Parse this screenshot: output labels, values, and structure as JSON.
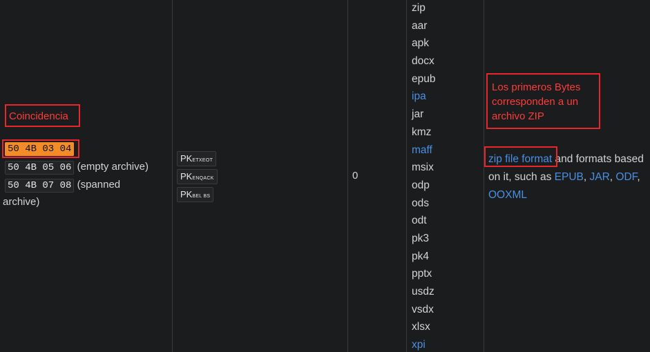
{
  "annotations": {
    "match": "Coincidencia",
    "first_bytes": "Los primeros Bytes corresponden a un archivo ZIP"
  },
  "signatures": {
    "hex1": "50 4B 03 04",
    "hex2": "50 4B 05 06",
    "hex2_note": "(empty archive)",
    "hex3": "50 4B 07 08",
    "hex3_note_a": "(spanned",
    "hex3_note_b": "archive)"
  },
  "iso_8859_1": [
    {
      "main": "PK",
      "small": "ETXEOT"
    },
    {
      "main": "PK",
      "small": "ENQACK"
    },
    {
      "main": "PK",
      "small": "BEL BS"
    }
  ],
  "offset": "0",
  "extensions": [
    {
      "name": "zip",
      "link": false
    },
    {
      "name": "aar",
      "link": false
    },
    {
      "name": "apk",
      "link": false
    },
    {
      "name": "docx",
      "link": false
    },
    {
      "name": "epub",
      "link": false
    },
    {
      "name": "ipa",
      "link": true
    },
    {
      "name": "jar",
      "link": false
    },
    {
      "name": "kmz",
      "link": false
    },
    {
      "name": "maff",
      "link": true
    },
    {
      "name": "msix",
      "link": false
    },
    {
      "name": "odp",
      "link": false
    },
    {
      "name": "ods",
      "link": false
    },
    {
      "name": "odt",
      "link": false
    },
    {
      "name": "pk3",
      "link": false
    },
    {
      "name": "pk4",
      "link": false
    },
    {
      "name": "pptx",
      "link": false
    },
    {
      "name": "usdz",
      "link": false
    },
    {
      "name": "vsdx",
      "link": false
    },
    {
      "name": "xlsx",
      "link": false
    },
    {
      "name": "xpi",
      "link": true
    }
  ],
  "description": {
    "link_zip": "zip file format",
    "text1": " and formats based on it, such as ",
    "link_epub": "EPUB",
    "sep1": ", ",
    "link_jar": "JAR",
    "sep2": ", ",
    "link_odf": "ODF",
    "sep3": ", ",
    "link_ooxml": "OOXML"
  },
  "colors": {
    "background": "#1b1c1d",
    "link": "#4a90e2",
    "annotation": "#e8262b",
    "highlight": "#f28c28"
  }
}
